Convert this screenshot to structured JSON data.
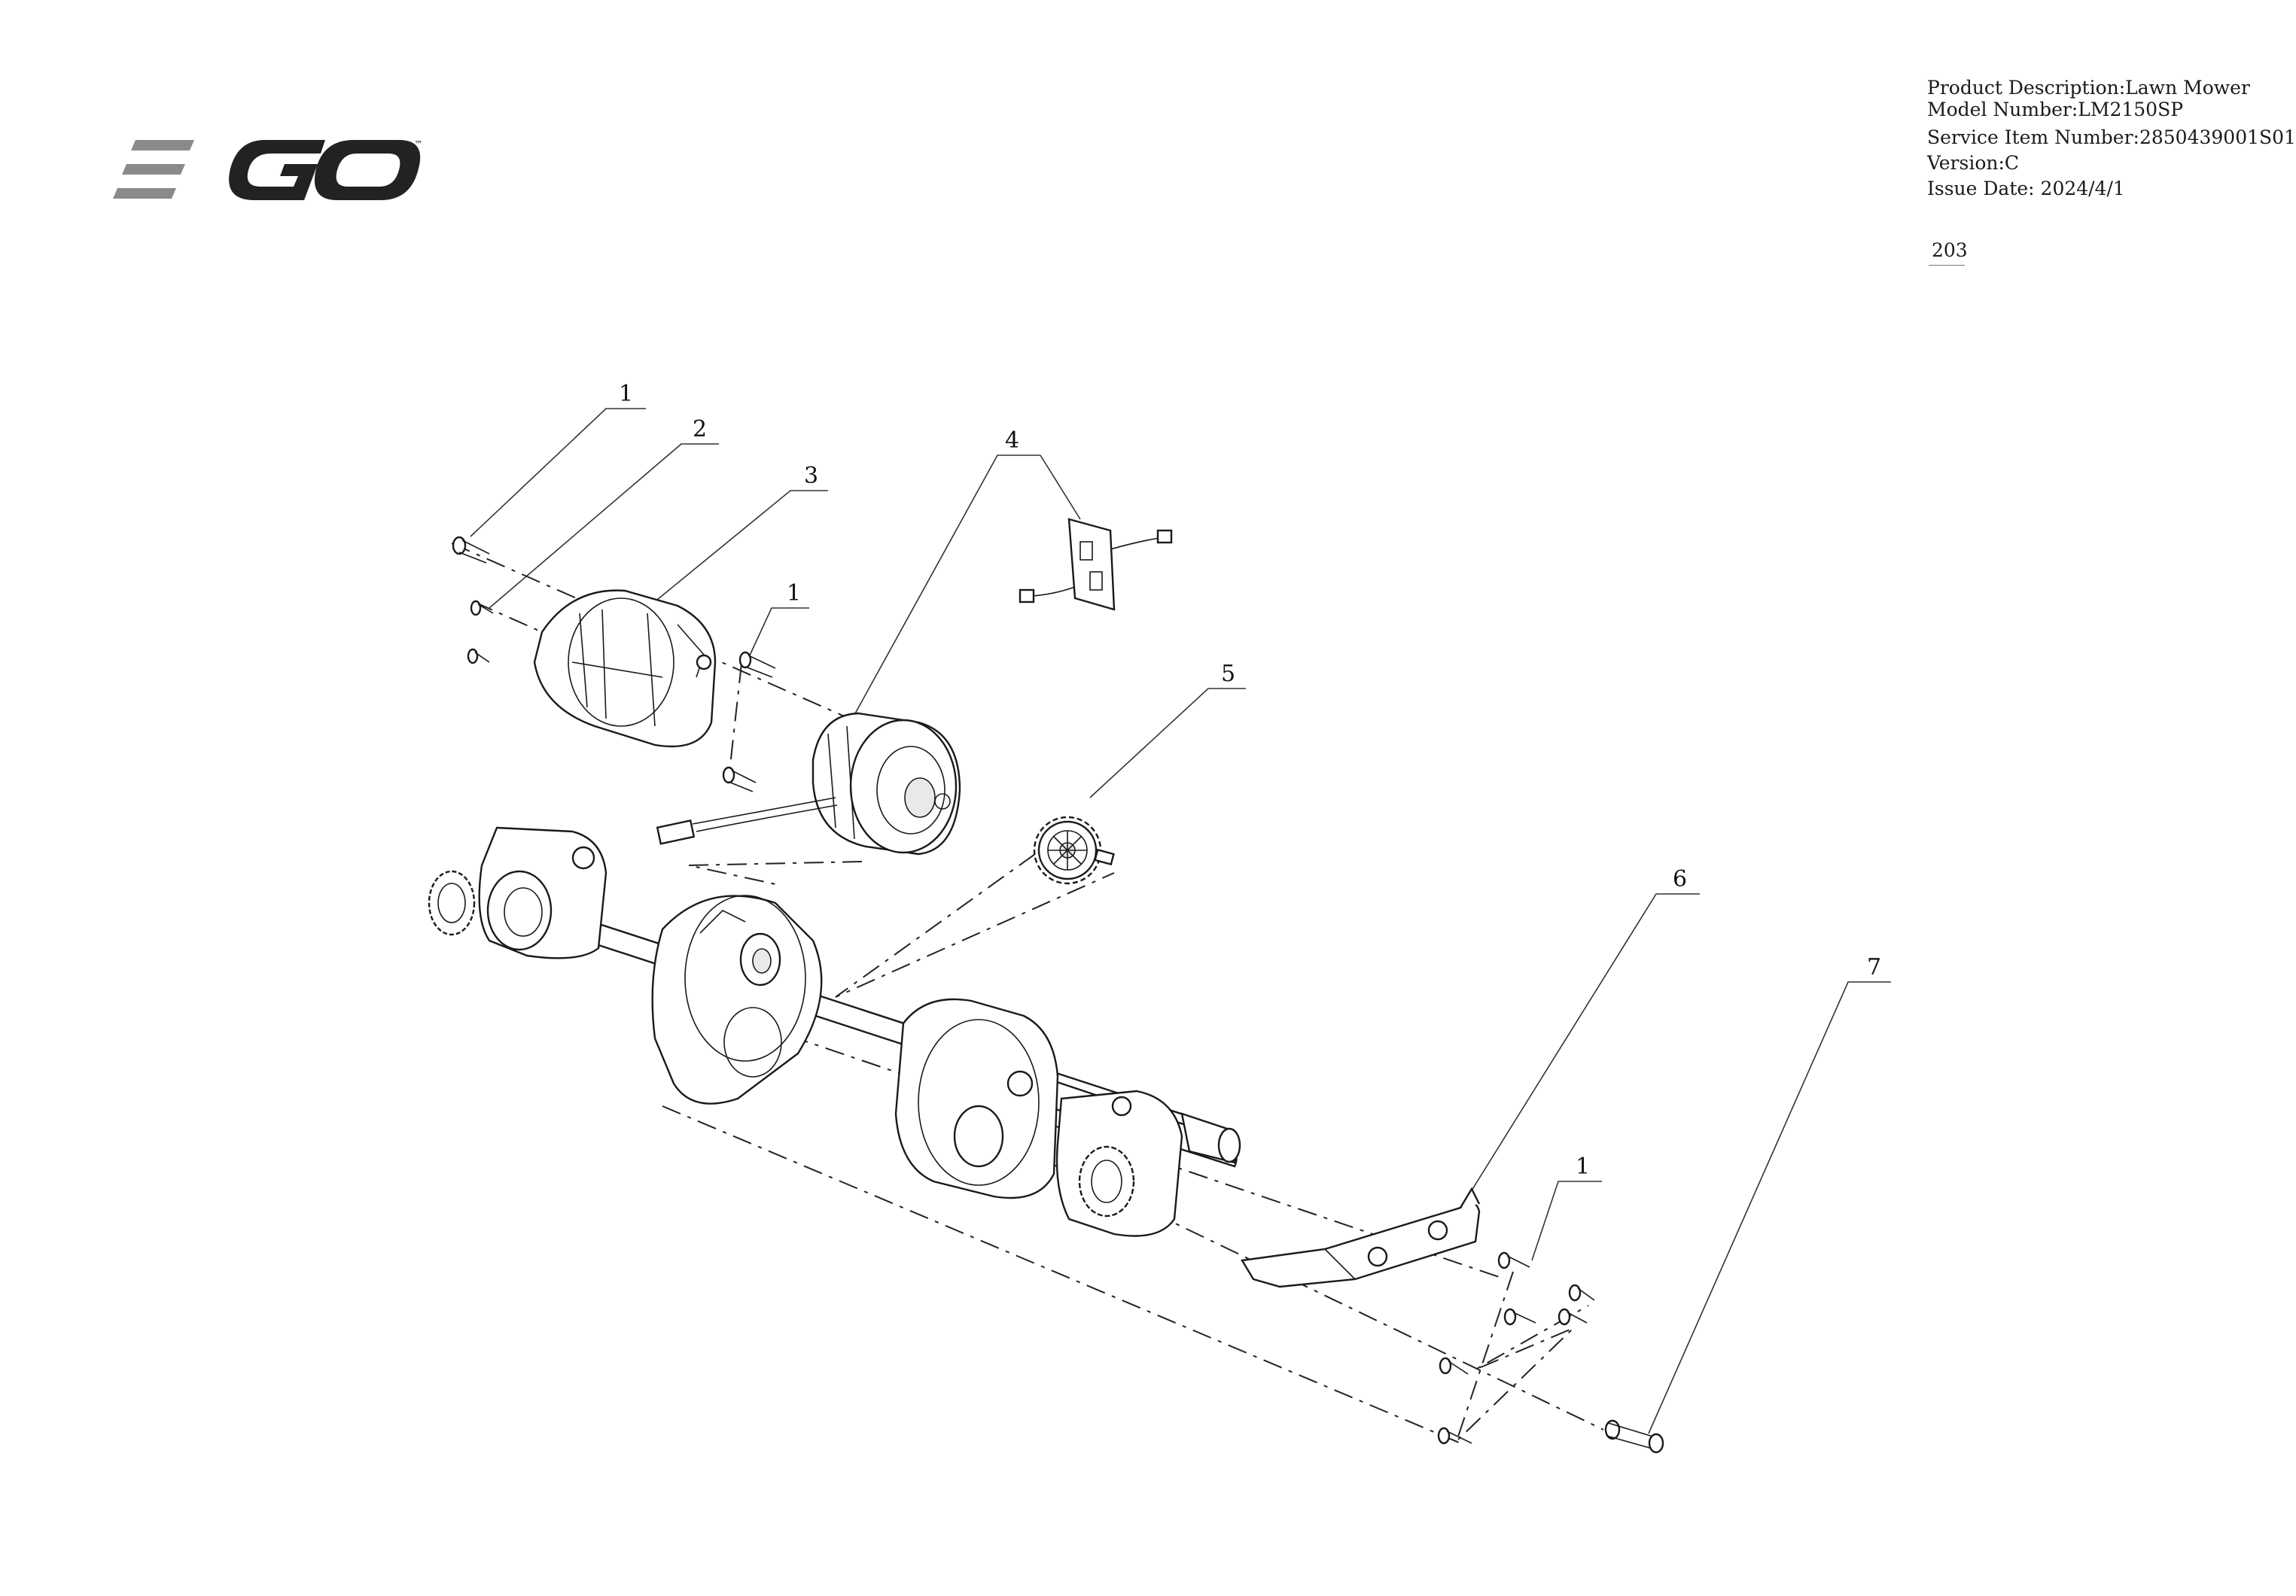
{
  "brand": {
    "logo_text": "EGO",
    "trademark": "™",
    "logo_color": "#222222",
    "logo_accent": "#8a8a8a"
  },
  "title_block": {
    "product_description": "Product Description:Lawn Mower",
    "model_number": "Model Number:LM2150SP",
    "service_item_number": "Service Item Number:2850439001S01",
    "version": "Version:C",
    "issue_date": "Issue Date: 2024/4/1"
  },
  "page_number": "203",
  "callouts": {
    "c1a": "1",
    "c2": "2",
    "c3": "3",
    "c1b": "1",
    "c4": "4",
    "c5": "5",
    "c6": "6",
    "c7": "7",
    "c1c": "1"
  }
}
